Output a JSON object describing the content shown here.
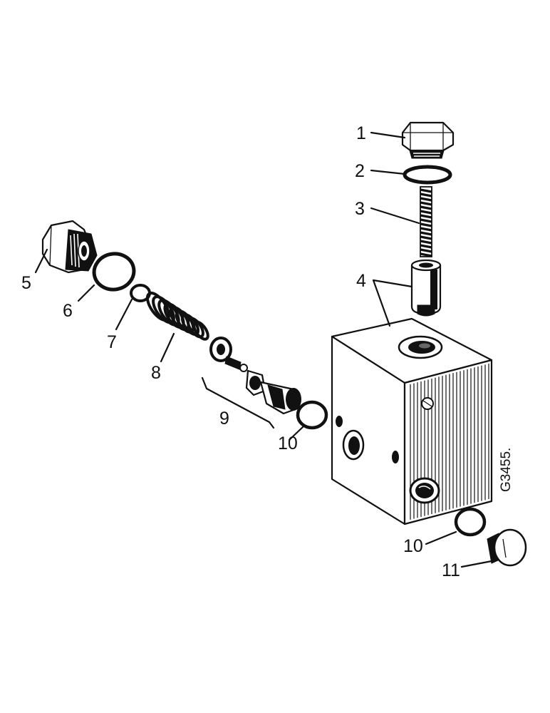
{
  "figure": {
    "drawing_code": "G3455.",
    "callouts": [
      {
        "id": "c1",
        "text": "1"
      },
      {
        "id": "c2",
        "text": "2"
      },
      {
        "id": "c3",
        "text": "3"
      },
      {
        "id": "c4",
        "text": "4"
      },
      {
        "id": "c5",
        "text": "5"
      },
      {
        "id": "c6",
        "text": "6"
      },
      {
        "id": "c7",
        "text": "7"
      },
      {
        "id": "c8",
        "text": "8"
      },
      {
        "id": "c9",
        "text": "9"
      },
      {
        "id": "c10a",
        "text": "10"
      },
      {
        "id": "c10b",
        "text": "10"
      },
      {
        "id": "c11",
        "text": "11"
      }
    ]
  }
}
